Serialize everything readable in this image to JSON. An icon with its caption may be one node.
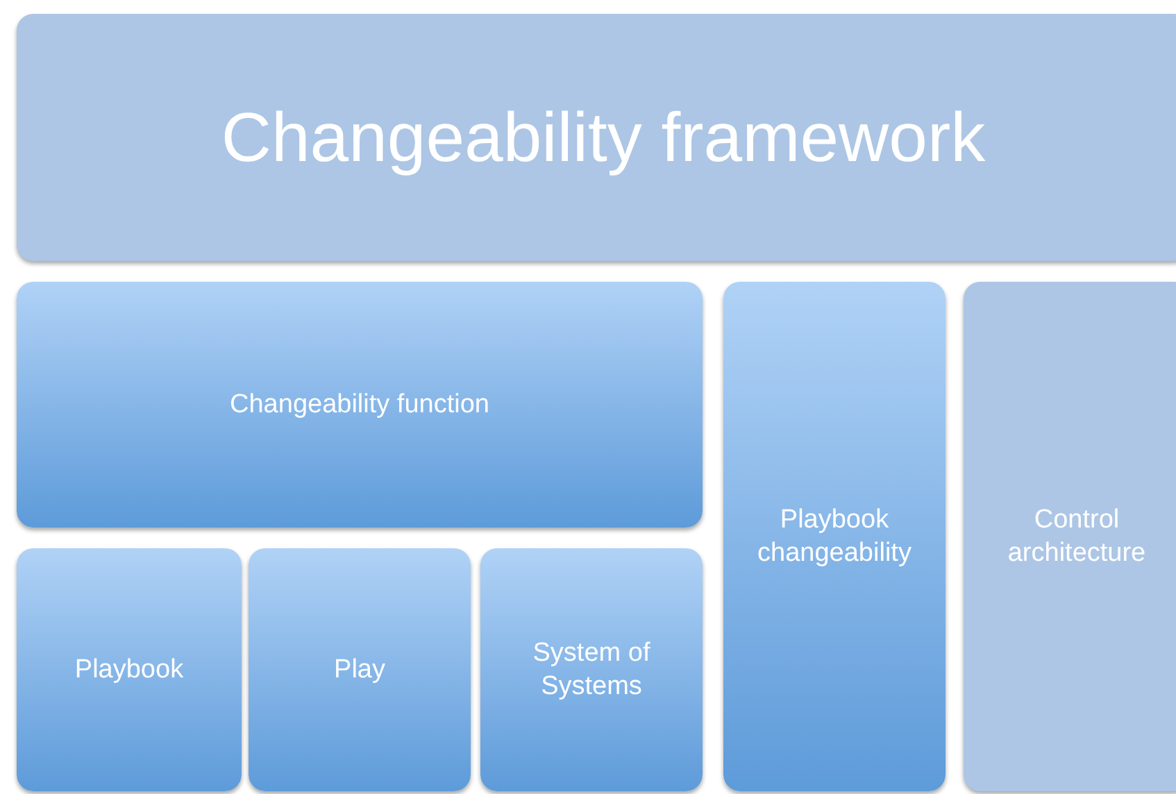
{
  "diagram": {
    "nodes": [
      {
        "text": [
          "Changeability framework"
        ]
      },
      {
        "text": [
          "Changeability function"
        ]
      },
      {
        "text": [
          "Playbook"
        ]
      },
      {
        "text": [
          "Play"
        ]
      },
      {
        "text": [
          "System of Systems"
        ]
      },
      {
        "text": [
          "Playbook changeability"
        ]
      },
      {
        "text": [
          "Control architecture"
        ]
      }
    ]
  }
}
